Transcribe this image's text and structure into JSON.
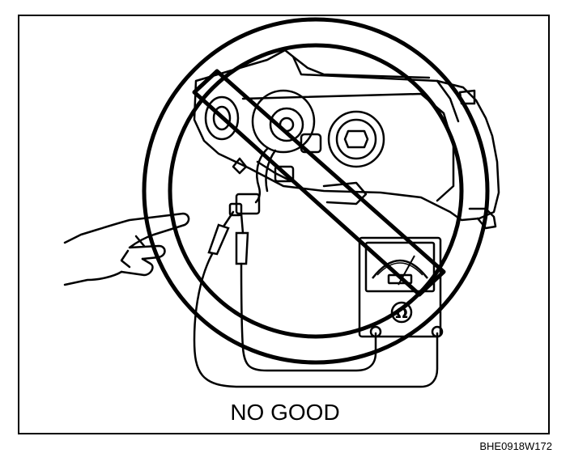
{
  "diagram": {
    "caption": "NO GOOD",
    "figure_code": "BHE0918W172",
    "meter_symbol": "Ω"
  },
  "icons": {
    "prohibition": "no-symbol-icon",
    "ohmmeter": "ohmmeter-icon",
    "headlight": "headlight-assembly-icon",
    "hand": "hand-icon",
    "probes": "test-probe-icon"
  },
  "colors": {
    "ink": "#000000",
    "paper": "#ffffff"
  }
}
